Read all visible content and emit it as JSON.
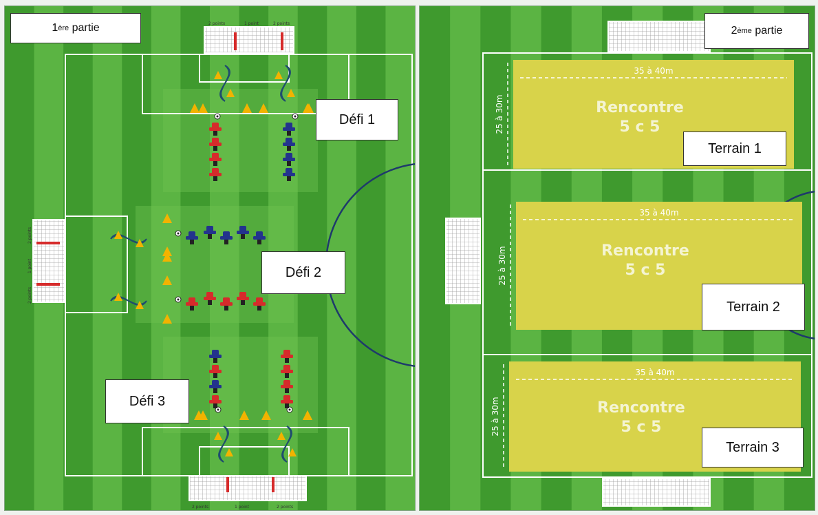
{
  "colors": {
    "grass_dark": "#3f9a2e",
    "grass_light": "#5bb443",
    "mini_pitch_yellow": "#d8d34a",
    "line_white": "#ffffff",
    "center_circle": "#1e3a6b",
    "cone": "#f2b300",
    "team_red": "#d62b2b",
    "team_blue": "#23338d",
    "goal_net": "#ffffff",
    "goal_post_red": "#d62b2b"
  },
  "part1": {
    "label_main": "1",
    "label_sup": "ère",
    "label_rest": " partie",
    "challenges": [
      {
        "label": "Défi 1"
      },
      {
        "label": "Défi 2"
      },
      {
        "label": "Défi 3"
      }
    ],
    "goal_zone_labels": [
      "2 points",
      "1 point",
      "2 points"
    ]
  },
  "part2": {
    "label_main": "2",
    "label_sup": "ème",
    "label_rest": " partie",
    "pitches": [
      {
        "title_line1": "Rencontre",
        "title_line2": "5 c 5",
        "width_label": "35 à 40m",
        "height_label": "25 à 30m",
        "label": "Terrain 1"
      },
      {
        "title_line1": "Rencontre",
        "title_line2": "5 c 5",
        "width_label": "35 à 40m",
        "height_label": "25 à 30m",
        "label": "Terrain 2"
      },
      {
        "title_line1": "Rencontre",
        "title_line2": "5 c 5",
        "width_label": "35 à 40m",
        "height_label": "25 à 30m",
        "label": "Terrain 3"
      }
    ]
  },
  "icons": {
    "cone": "cone-icon",
    "player": "player-icon",
    "ball": "ball-icon",
    "goal": "goal-net-icon"
  }
}
